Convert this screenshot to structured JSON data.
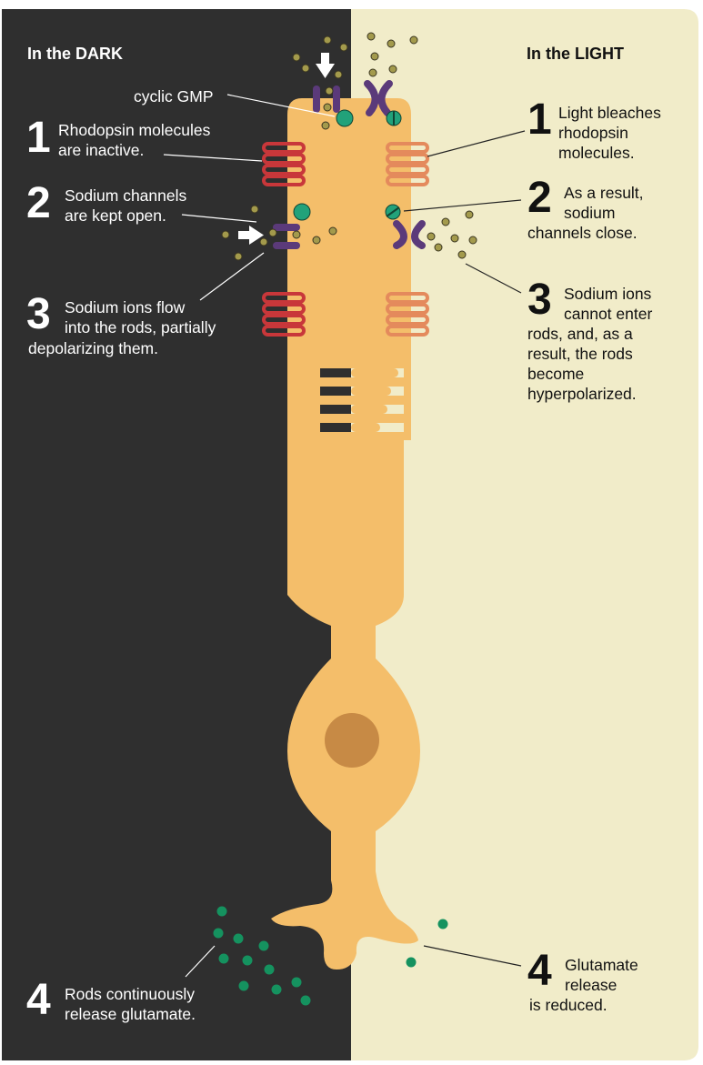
{
  "colors": {
    "dark_bg": "#2f2f2f",
    "light_bg": "#f1ecc9",
    "rod": "#f4be6a",
    "nucleus": "#c78a45",
    "rhodopsin_inactive": "#c8373a",
    "rhodopsin_bleached": "#e48a5c",
    "channel": "#5b3a7a",
    "cyclic_gmp": "#22a27a",
    "sodium_ion": "#a39a4c",
    "glutamate": "#15925f"
  },
  "dark": {
    "heading": "In the DARK",
    "cgmp_label": "cyclic GMP",
    "step1": {
      "num": "1",
      "lines": [
        "Rhodopsin molecules",
        "are inactive."
      ]
    },
    "step2": {
      "num": "2",
      "lines": [
        "Sodium channels",
        "are kept open."
      ]
    },
    "step3": {
      "num": "3",
      "lines": [
        "Sodium ions flow",
        "into the rods, partially",
        "depolarizing them."
      ]
    },
    "step4": {
      "num": "4",
      "lines": [
        "Rods continuously",
        "release glutamate."
      ]
    }
  },
  "light": {
    "heading": "In the LIGHT",
    "step1": {
      "num": "1",
      "lines": [
        "Light bleaches",
        "rhodopsin",
        "molecules."
      ]
    },
    "step2": {
      "num": "2",
      "lines": [
        "As a result,",
        "sodium",
        "channels close."
      ]
    },
    "step3": {
      "num": "3",
      "lines": [
        "Sodium ions",
        "cannot enter",
        "rods, and, as a",
        "result, the rods",
        "become",
        "hyperpolarized."
      ]
    },
    "step4": {
      "num": "4",
      "lines": [
        "Glutamate",
        "release",
        "is reduced."
      ]
    }
  }
}
